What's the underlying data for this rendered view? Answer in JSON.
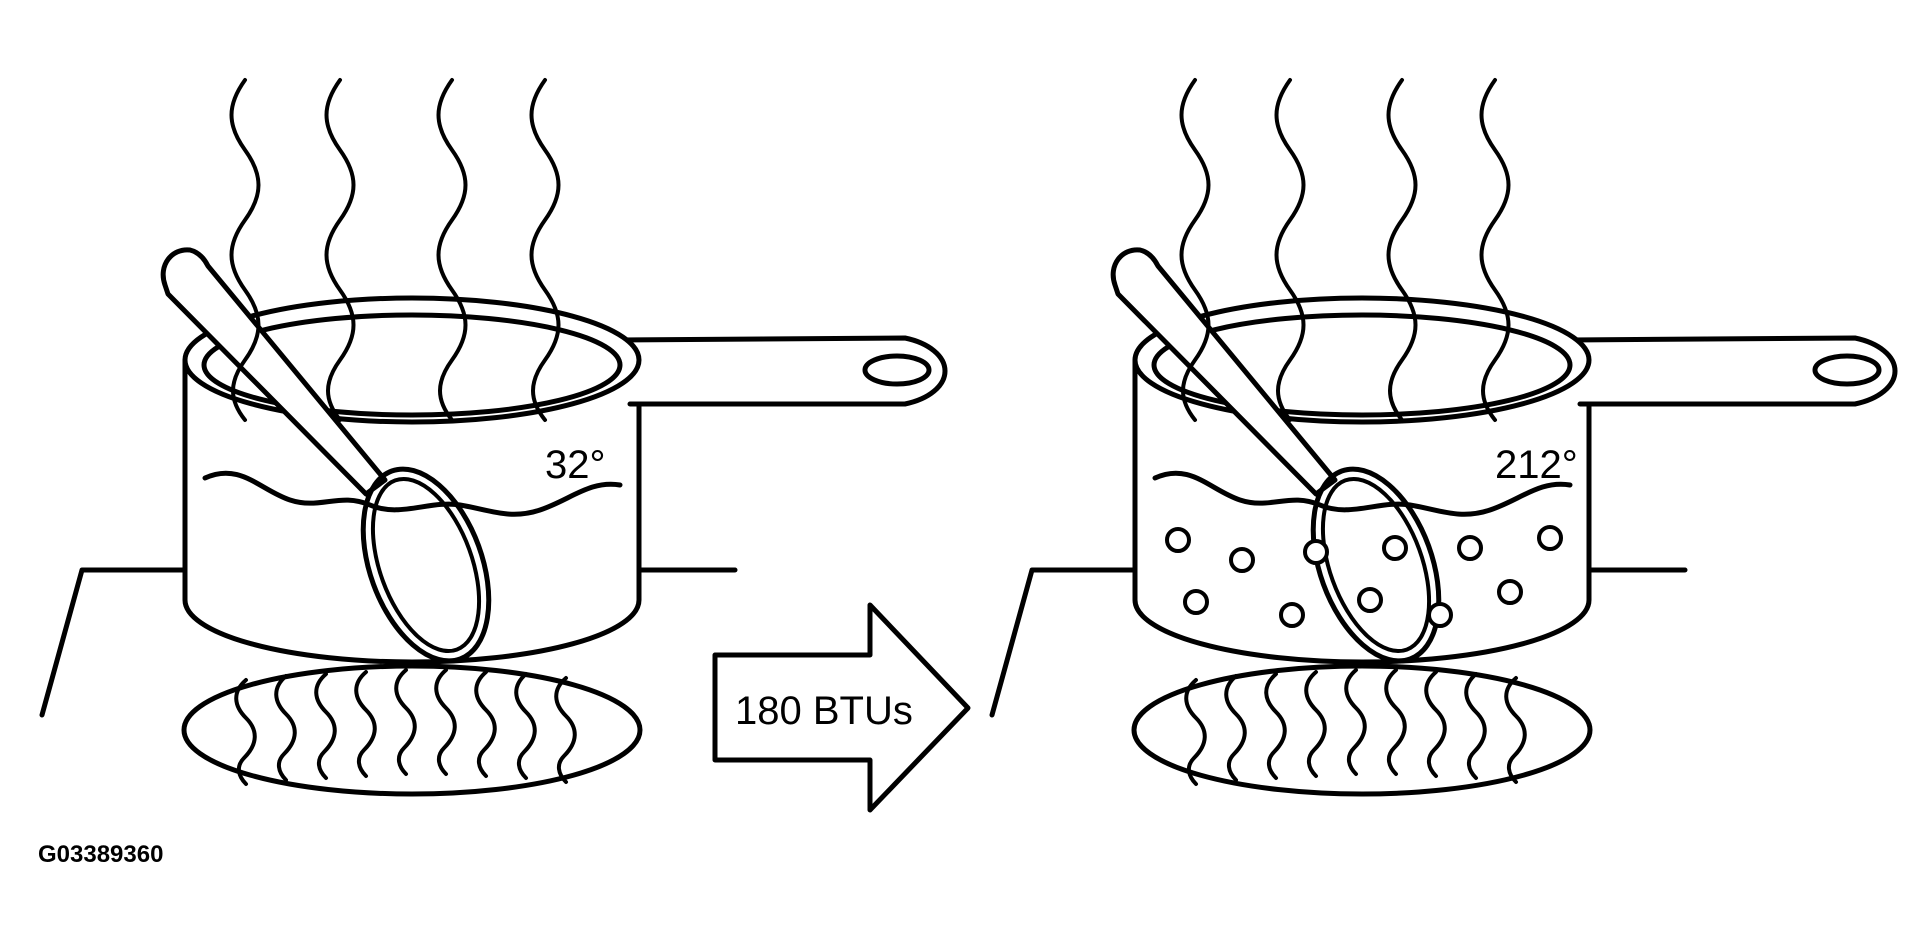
{
  "diagram": {
    "temperature_before": "32°",
    "temperature_after": "212°",
    "heat_label": "180 BTUs",
    "figure_code": "G03389360"
  }
}
